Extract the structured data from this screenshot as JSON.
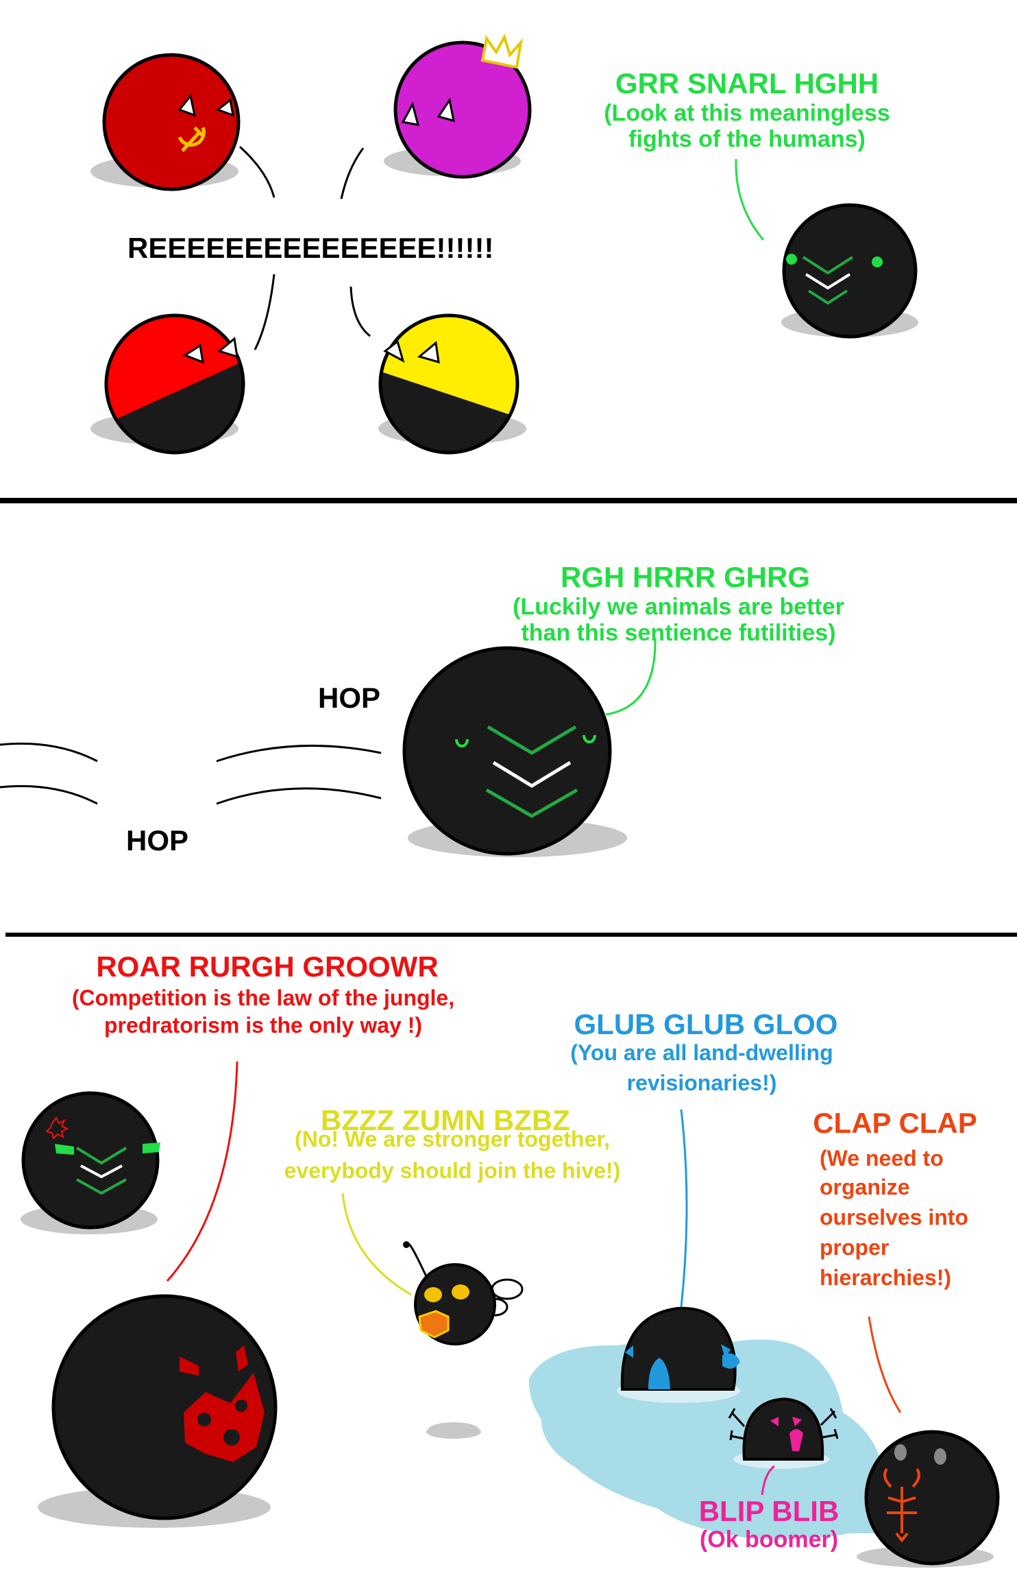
{
  "panel1": {
    "shout": "REEEEEEEEEEEEEEE!!!!!!",
    "green_ball_sound": "GRR SNARL HGHH",
    "green_ball_translation": [
      "(Look at this meaningless",
      "fights of the humans)"
    ]
  },
  "panel2": {
    "green_ball_sound": "RGH HRRR GHRG",
    "green_ball_translation": [
      "(Luckily we animals are better",
      "than this sentience futilities)"
    ],
    "hop_upper": "HOP",
    "hop_lower": "HOP"
  },
  "panel3": {
    "red_sound": "ROAR RURGH GROOWR",
    "red_translation": [
      "(Competition is the law of the jungle,",
      "predratorism is the only way !)"
    ],
    "bee_sound": "BZZZ ZUMN BZBZ",
    "bee_translation": [
      "(No! We are stronger together,",
      "everybody should join the hive!)"
    ],
    "fish_sound": "GLUB GLUB GLOO",
    "fish_translation": [
      "(You are all land-dwelling",
      "revisionaries!)"
    ],
    "crab_sound": "CLAP CLAP",
    "crab_translation": [
      "(We need to",
      "organize",
      "ourselves into",
      "proper",
      "hierarchies!)"
    ],
    "pink_sound": "BLIP BLIB",
    "pink_translation": "(Ok boomer)"
  },
  "colors": {
    "green_text": "#22dd44",
    "red_text": "#ee1111",
    "yellow_text": "#dddd22",
    "blue_text": "#2299dd",
    "orange_text": "#ee4411",
    "pink_text": "#ee2299",
    "water": "#a8dce8"
  }
}
